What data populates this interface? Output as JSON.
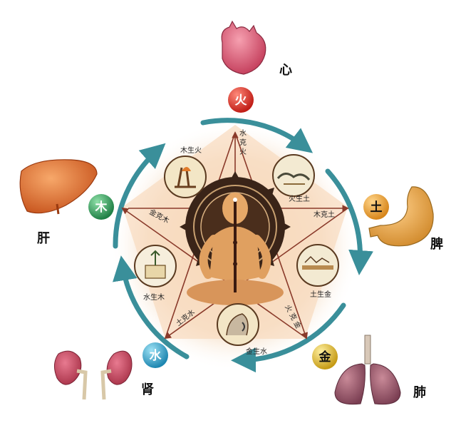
{
  "elements": {
    "fire": {
      "label": "火",
      "color": "#d42a22"
    },
    "earth": {
      "label": "土",
      "color": "#e19a2a"
    },
    "metal": {
      "label": "金",
      "color": "#d2b02a"
    },
    "water": {
      "label": "水",
      "color": "#2f9fc4"
    },
    "wood": {
      "label": "木",
      "color": "#2f9a5a"
    }
  },
  "organs": {
    "heart": "心",
    "spleen": "脾",
    "lung": "肺",
    "kidney": "肾",
    "liver": "肝"
  },
  "generating": {
    "wood_fire": "木生火",
    "fire_earth": "火生土",
    "earth_metal": "土生金",
    "metal_water": "金生水",
    "water_wood": "水生木"
  },
  "controlling": {
    "water_fire": [
      "水",
      "克",
      "火"
    ],
    "wood_earth": "木克土",
    "fire_metal": [
      "火",
      "克",
      "金"
    ],
    "earth_water": "土克水",
    "metal_wood": "金克木"
  },
  "colors": {
    "cycle_arrow": "#3a8f9a",
    "control_arrow": "#8a3a2a",
    "star_fill": "#f3d6b8",
    "mandala": "#3a2418",
    "figure": "#e0a060"
  }
}
